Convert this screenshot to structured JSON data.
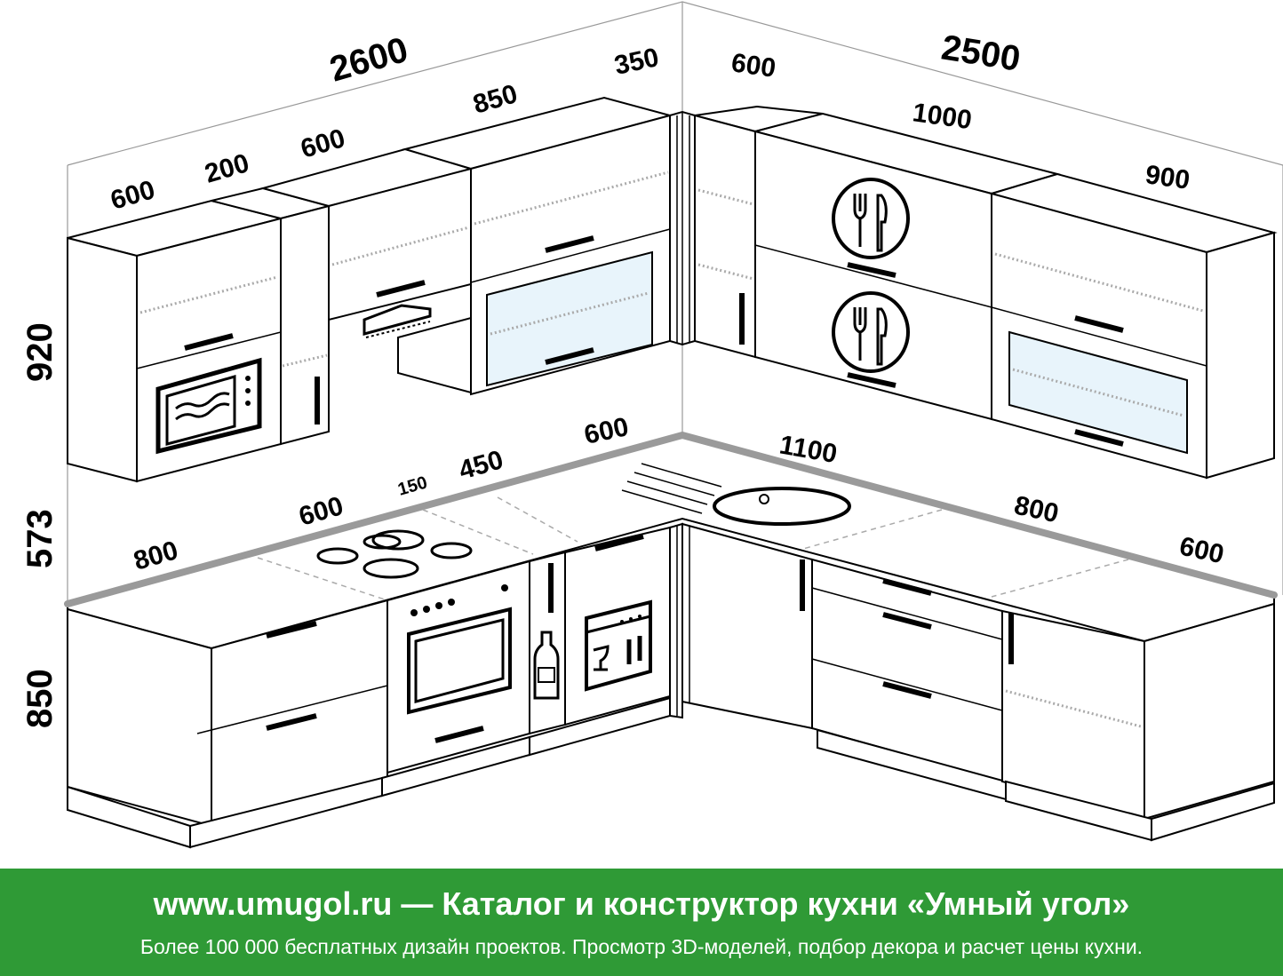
{
  "dimensions": {
    "left_wall_total": "2600",
    "right_wall_total": "2500",
    "upper_left_600": "600",
    "upper_200": "200",
    "upper_600_b": "600",
    "upper_850": "850",
    "upper_350": "350",
    "upper_right_600": "600",
    "upper_1000": "1000",
    "upper_900": "900",
    "height_upper": "920",
    "height_backsplash": "573",
    "height_base": "850",
    "base_800_left": "800",
    "base_600_hob": "600",
    "base_150": "150",
    "base_450": "450",
    "base_600_corner": "600",
    "base_1100": "1100",
    "base_800_right": "800",
    "base_600_right": "600"
  },
  "colors": {
    "footer_bg": "#2f9a36",
    "counter_edge": "#9a9a9a",
    "glass": "#e8f4fb"
  },
  "icons": [
    "microwave-icon",
    "range-hood-icon",
    "cutlery-icon",
    "hob-icon",
    "oven-icon",
    "bottle-icon",
    "dishwasher-icon",
    "sink-icon"
  ],
  "footer": {
    "title": "www.umugol.ru — Каталог и конструктор кухни «Умный угол»",
    "subtitle": "Более 100 000 бесплатных дизайн проектов. Просмотр 3D-моделей, подбор декора и расчет цены кухни."
  }
}
